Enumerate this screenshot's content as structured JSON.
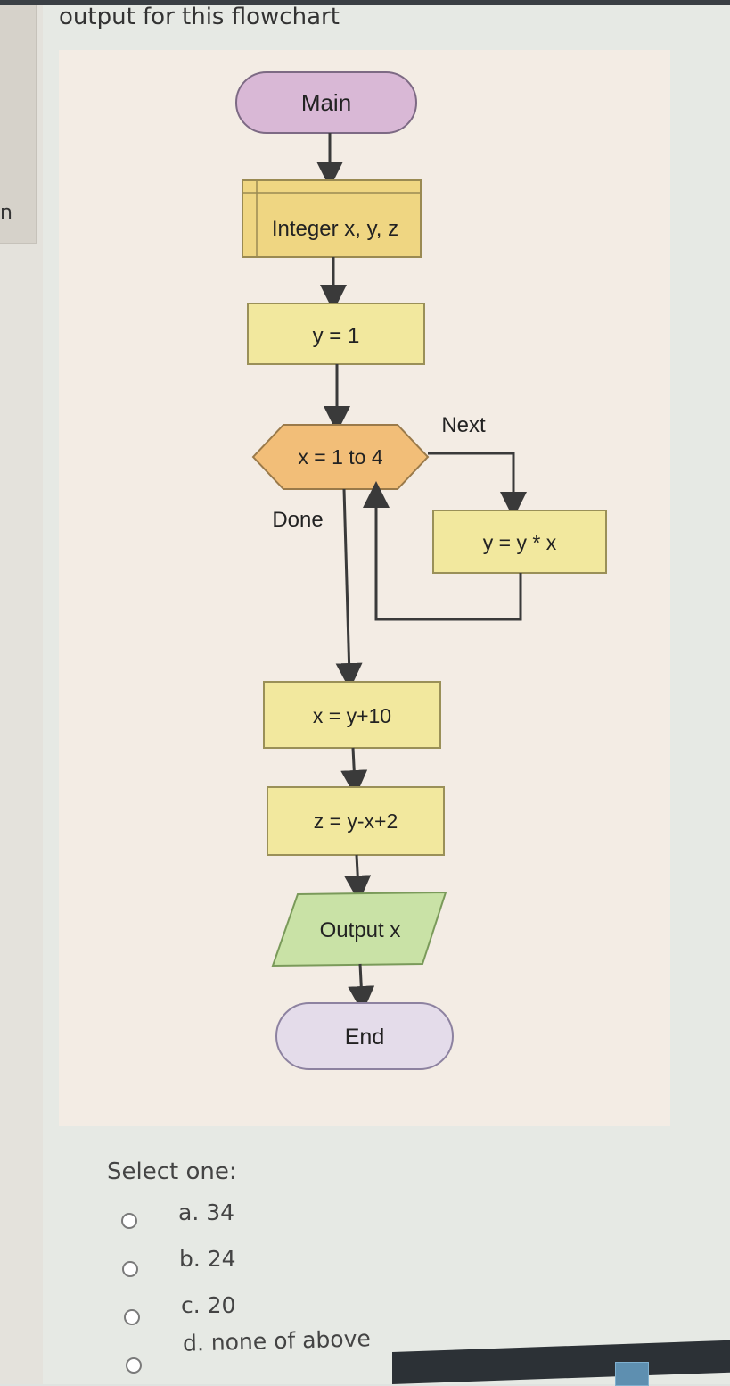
{
  "question": {
    "text": "output for this flowchart"
  },
  "left_tab": {
    "text": "n"
  },
  "flowchart": {
    "start": "Main",
    "declare": "Integer x, y, z",
    "assign_y": "y = 1",
    "loop": "x = 1 to 4",
    "next_label": "Next",
    "done_label": "Done",
    "loop_body": "y = y * x",
    "assign_x": "x = y+10",
    "assign_z": "z = y-x+2",
    "output": "Output x",
    "end": "End"
  },
  "answer": {
    "prompt": "Select one:",
    "options": [
      {
        "letter": "a.",
        "value": "34"
      },
      {
        "letter": "b.",
        "value": "24"
      },
      {
        "letter": "c.",
        "value": "20"
      },
      {
        "letter": "d.",
        "value": "none of above"
      }
    ]
  },
  "colors": {
    "terminal_start": "#d9b8d6",
    "terminal_end": "#e4dcea",
    "declare": "#efd682",
    "process": "#f2e89e",
    "loop": "#f2be78",
    "output": "#c9e2a6",
    "line": "#4a4a4a",
    "connector": "#3a3a3a"
  }
}
